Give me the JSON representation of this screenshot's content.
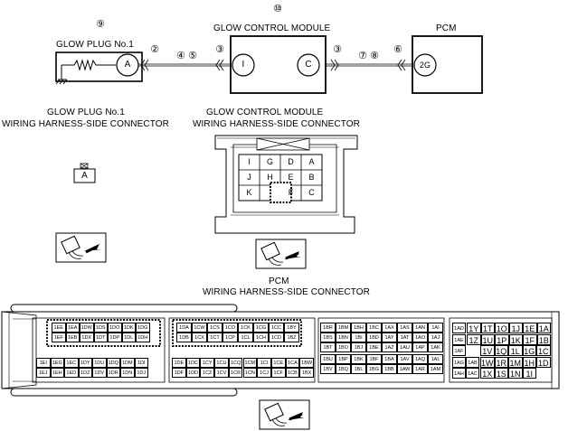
{
  "circuit": {
    "glow_plug_title": "GLOW PLUG No.1",
    "glow_module_title": "GLOW CONTROL MODULE",
    "pcm_title": "PCM",
    "circled_numbers": {
      "n9": "⑨",
      "n10": "⑩",
      "n2": "②",
      "n4": "④",
      "n5": "⑤",
      "n3a": "③",
      "n3b": "③",
      "n7": "⑦",
      "n8": "⑧",
      "n6": "⑥"
    },
    "terminals": {
      "glow_plug": "A",
      "module_in": "I",
      "module_out": "C",
      "pcm": "2G"
    }
  },
  "connectors": {
    "glow_plug_caption_1": "GLOW PLUG No.1",
    "glow_plug_caption_2": "WIRING HARNESS-SIDE CONNECTOR",
    "glow_plug_terminal": "A",
    "module_caption_1": "GLOW CONTROL MODULE",
    "module_caption_2": "WIRING HARNESS-SIDE CONNECTOR",
    "module_grid": [
      [
        "I",
        "G",
        "D",
        "A"
      ],
      [
        "J",
        "H",
        "E",
        "B"
      ],
      [
        "K",
        "",
        "F",
        "C"
      ]
    ],
    "pcm_caption_1": "PCM",
    "pcm_caption_2": "WIRING HARNESS-SIDE CONNECTOR"
  },
  "pcm_connector": {
    "block1": [
      [
        "1EE",
        "1EA",
        "1DW",
        "1DS",
        "1DO",
        "1DK",
        "1DG"
      ],
      [
        "1EF",
        "1EB",
        "1DX",
        "1DT",
        "1DP",
        "1DL",
        "1DH"
      ],
      [
        "1EI",
        "1EG",
        "1EC",
        "1DY",
        "1DU",
        "1DQ",
        "1DM",
        "1DI"
      ],
      [
        "1EJ",
        "1EH",
        "1ED",
        "1DZ",
        "1DV",
        "1DR",
        "1DN",
        "1DJ"
      ]
    ],
    "block2": [
      [
        "1DA",
        "1CW",
        "1CS",
        "1CO",
        "1CK",
        "1CG",
        "1CC",
        "1BY"
      ],
      [
        "1DB",
        "1CX",
        "1CT",
        "1CP",
        "1CL",
        "1CH",
        "1CD",
        "1BZ"
      ],
      [
        "1DE",
        "1DC",
        "1CY",
        "1CU",
        "1CQ",
        "1CM",
        "1CI",
        "1CE",
        "1CA",
        "1BW"
      ],
      [
        "1DF",
        "1DD",
        "1CZ",
        "1CV",
        "1CR",
        "1CN",
        "1CJ",
        "1CF",
        "1CB",
        "1BX"
      ]
    ],
    "block3": [
      [
        "1BR",
        "1BM",
        "1BH",
        "1BC",
        "1AX",
        "1AS",
        "1AN",
        "1AI"
      ],
      [
        "1BS",
        "1BN",
        "1BI",
        "1BD",
        "1AY",
        "1AT",
        "1AO",
        "1AJ"
      ],
      [
        "1BT",
        "1BO",
        "1BJ",
        "1BE",
        "1AZ",
        "1AU",
        "1AP",
        "1AK"
      ],
      [
        "1BU",
        "1BP",
        "1BK",
        "1BF",
        "1BA",
        "1AV",
        "1AQ",
        "1AL"
      ],
      [
        "1BV",
        "1BQ",
        "1BL",
        "1BG",
        "1BB",
        "1AW",
        "1AR",
        "1AM"
      ]
    ],
    "block4_small": [
      [
        "1AD"
      ],
      [
        "1AE"
      ],
      [
        "1AF"
      ],
      [
        "1AG",
        "1AB"
      ],
      [
        "1AH",
        "1AC"
      ]
    ],
    "block4_big": [
      [
        "1Y",
        "1T",
        "1O",
        "1J",
        "1E",
        "1A"
      ],
      [
        "1Z",
        "1U",
        "1P",
        "1K",
        "1F",
        "1B"
      ],
      [
        "1V",
        "1Q",
        "1L",
        "1G",
        "1C"
      ],
      [
        "1W",
        "1R",
        "1M",
        "1H",
        "1D"
      ],
      [
        "1X",
        "1S",
        "1N",
        "1I"
      ]
    ]
  }
}
